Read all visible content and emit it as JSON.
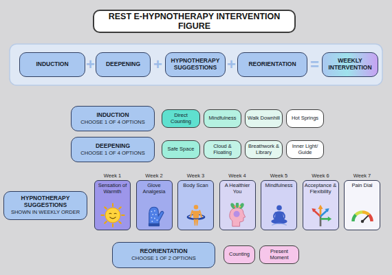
{
  "diagram": {
    "title": "REST E-HYPNOTHERAPY INTERVENTION FIGURE",
    "nodes": [
      {
        "text": [
          "INDUCTION"
        ]
      },
      {
        "text": [
          "DEEPENING"
        ]
      },
      {
        "text": [
          "HYPNOTHERAPY SUGGESTIONS"
        ]
      },
      {
        "text": [
          "REORIENTATION"
        ]
      },
      {
        "text": [
          "WEEKLY INTERVENTION"
        ]
      },
      {
        "text": [
          "INDUCTION",
          "CHOOSE 1 OF 4 OPTIONS"
        ]
      },
      {
        "text": [
          "Direct Counting"
        ]
      },
      {
        "text": [
          "Mindfulness"
        ]
      },
      {
        "text": [
          "Walk Downhill"
        ]
      },
      {
        "text": [
          "Hot Springs"
        ]
      },
      {
        "text": [
          "DEEPENING",
          "CHOOSE 1 OF 4 OPTIONS"
        ]
      },
      {
        "text": [
          "Safe Space"
        ]
      },
      {
        "text": [
          "Cloud & Floating"
        ]
      },
      {
        "text": [
          "Breathwork & Library"
        ]
      },
      {
        "text": [
          "Inner Light/ Guide"
        ]
      },
      {
        "text": [
          "HYPNOTHERAPY SUGGESTIONS",
          "SHOWN IN WEEKLY ORDER"
        ]
      },
      {
        "text": [
          "Week 1",
          "Sensation of Warmth"
        ]
      },
      {
        "text": [
          "Week 2",
          "Glove Analgesia"
        ]
      },
      {
        "text": [
          "Week 3",
          "Body Scan"
        ]
      },
      {
        "text": [
          "Week 4",
          "A Healthier You"
        ]
      },
      {
        "text": [
          "Week 5",
          "Mindfulness"
        ]
      },
      {
        "text": [
          "Week 6",
          "Acceptance & Flexibility"
        ]
      },
      {
        "text": [
          "Week 7",
          "Pain Dial"
        ]
      },
      {
        "text": [
          "REORIENTATION",
          "CHOOSE 1 OF 2 OPTIONS"
        ]
      },
      {
        "text": [
          "Counting"
        ]
      },
      {
        "text": [
          "Present Moment"
        ]
      }
    ],
    "labels": [
      "+",
      "+",
      "+",
      "="
    ]
  }
}
